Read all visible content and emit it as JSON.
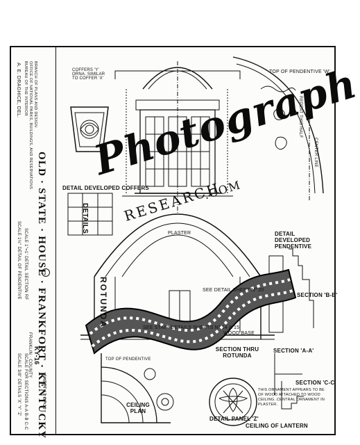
{
  "sheet": {
    "side_strip": {
      "draftsman": "A. E. DRAGHICE, DEL.",
      "office_lines": [
        "BUREAU OF THE INTERIOR",
        "OFFICE OF NATIONAL PARKS, BUILDINGS, AND RESERVATIONS",
        "BRANCH OF PLANS AND DESIGN"
      ],
      "building_title": "OLD · STATE · HOUSE · FRANKFORT · KENTUCKY",
      "county": "FRANKLIN · COUNTY",
      "survey_number": "KY-16",
      "scale_lines": [
        "SCALE 1½\" DETAIL OF PENDENTIVE",
        "SCALE 1\"=1' DETAIL SECTION RF",
        "SCALE 3/8\" DETAILS 'X' 'Y' 'Z'",
        "SCALE FOR SECTIONS A-A B-B C-C"
      ],
      "sheet_number": "SHEET 17 OF 23"
    },
    "labels": {
      "coffer_note": "COFFERS 'Y' ORNA. SIMILAR TO COFFER 'X'",
      "top_of_pendentive": "TOP OF PENDENTIVE 'W'",
      "repeat_this_half": "REPEAT THIS HALF",
      "center_line": "CENTER LINE",
      "detail_developed_coffers": "DETAIL DEVELOPED COFFERS",
      "details": "DETAILS",
      "rotunda": "ROTUNDA",
      "section_rotunda": "SECTION THRU ROTUNDA",
      "detail_developed_pendentive": "DETAIL DEVELOPED PENDENTIVE",
      "section_bb": "SECTION 'B-B'",
      "section_aa": "SECTION 'A-A'",
      "section_cc": "SECTION 'C-C'",
      "plaster": "PLASTER",
      "see_detail_sheet": "SEE DETAIL SHEET Nº 20",
      "see_stair_details": "SEE STAIR DETAILS SHEETS Nº 14 & 15",
      "wood_base": "WOOD BASE",
      "ceiling_plan": "CEILING PLAN",
      "detail_panel_z": "DETAIL PANEL 'Z'",
      "ceiling_of_lantern": "CEILING OF LANTERN",
      "cc_note": "THIS ORNAMENT APPEARS TO BE OF WOOD ATTACHED TO WOOD CEILING. CENTRAL ORNAMENT IN PLASTER.",
      "top_of_pendentive_plan": "TOP OF PENDENTIVE"
    },
    "watermark": {
      "script": "Photograph",
      "brand": "RESEARCH",
      "domain": ".COM"
    }
  }
}
